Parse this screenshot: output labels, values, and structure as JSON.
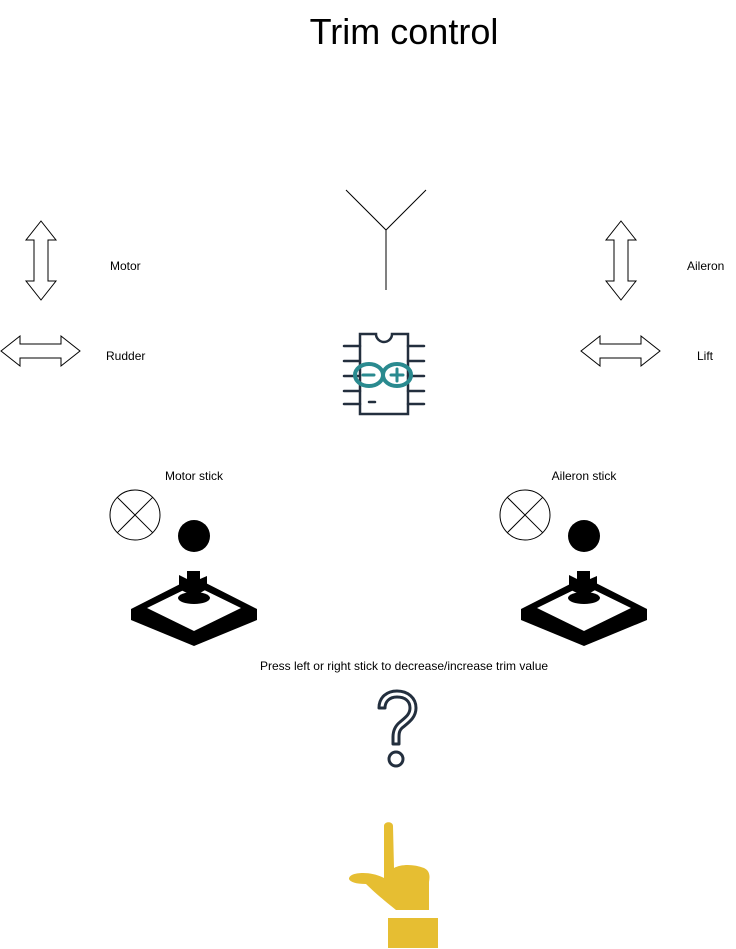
{
  "title": "Trim control",
  "labels": {
    "motor": "Motor",
    "rudder": "Rudder",
    "aileron": "Aileron",
    "lift": "Lift",
    "motor_stick": "Motor stick",
    "aileron_stick": "Aileron stick",
    "instruction": "Press left or right stick to decrease/increase trim value"
  },
  "colors": {
    "arduino_teal": "#2A8A8F",
    "chip_stroke": "#232F3E",
    "hand_yellow": "#E6BE32",
    "stroke": "#000000"
  },
  "icons": [
    "antenna-icon",
    "arduino-chip-icon",
    "joystick-icon",
    "button-x-icon",
    "question-mark-icon",
    "hand-pointer-icon"
  ]
}
